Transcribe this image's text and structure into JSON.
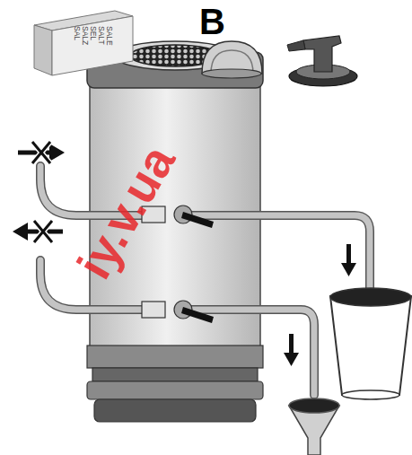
{
  "diagram": {
    "nodes": [
      {
        "text": [
          "SALE SALT SEL SALZ SAL"
        ]
      }
    ],
    "labels": [
      "B",
      "iy.v.ua"
    ]
  }
}
